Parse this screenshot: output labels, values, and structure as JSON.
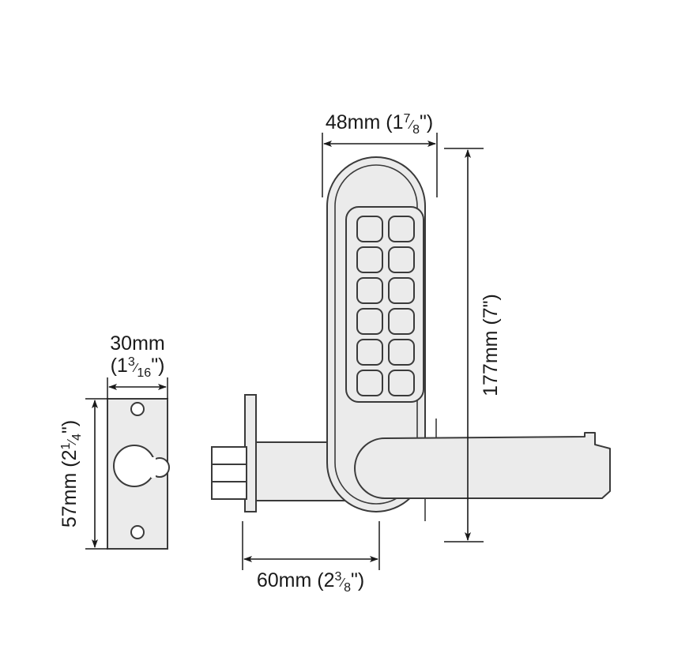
{
  "drawing": {
    "title": "Keypad Door Lock Dimensioned Drawing",
    "line_color": "#3a3a3a",
    "fill_color": "#ebebeb",
    "background_color": "#ffffff",
    "text_color": "#1a1a1a"
  },
  "dimensions": {
    "width_top": {
      "label": "48mm (1 7/8\")",
      "mm": "48mm",
      "open_paren": "(1",
      "numerator": "7",
      "denominator": "8",
      "close": "\")",
      "orientation": "horizontal"
    },
    "height_right": {
      "label": "177mm (7\")",
      "mm": "177mm",
      "imperial": "(7\")",
      "orientation": "vertical"
    },
    "depth_bottom": {
      "label": "60mm (2 3/8\")",
      "mm": "60mm",
      "open_paren": "(2",
      "numerator": "3",
      "denominator": "8",
      "close": "\")",
      "orientation": "horizontal"
    },
    "plate_width": {
      "label": "30mm (1 3/16\")",
      "mm": "30mm",
      "open_paren": "(1",
      "numerator": "3",
      "denominator": "16",
      "close": "\")",
      "orientation": "horizontal"
    },
    "plate_height": {
      "label": "57mm (2 1/4\")",
      "mm": "57mm",
      "open_paren": "(2",
      "numerator": "1",
      "denominator": "4",
      "close": "\")",
      "orientation": "vertical"
    }
  },
  "parts": {
    "strike_plate": "strike-plate",
    "escutcheon": "escutcheon-plate",
    "keypad_panel": "keypad-panel",
    "lever_handle": "lever-handle",
    "latch_assembly": "latch-assembly",
    "latch_bolt": "latch-bolt",
    "latch_faceplate": "latch-faceplate"
  },
  "keypad": {
    "rows": 6,
    "columns": 2,
    "button_count": 12
  }
}
